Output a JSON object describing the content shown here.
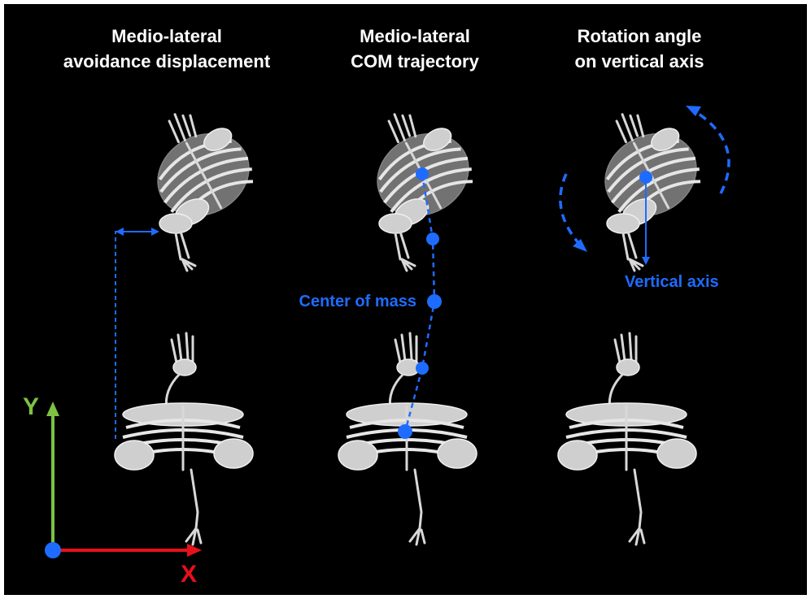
{
  "panels": [
    {
      "title_line1": "Medio-lateral",
      "title_line2": "avoidance displacement"
    },
    {
      "title_line1": "Medio-lateral",
      "title_line2": "COM trajectory"
    },
    {
      "title_line1": "Rotation angle",
      "title_line2": "on vertical axis"
    }
  ],
  "labels": {
    "center_of_mass": "Center of mass",
    "vertical_axis": "Vertical axis"
  },
  "axes": {
    "y_label": "Y",
    "x_label": "X"
  },
  "colors": {
    "background": "#000000",
    "annotation_blue": "#1e6cff",
    "y_axis": "#7dc242",
    "x_axis": "#e8101a",
    "origin": "#1e6cff",
    "skeleton": "#d9d9d9",
    "title_text": "#ffffff"
  }
}
